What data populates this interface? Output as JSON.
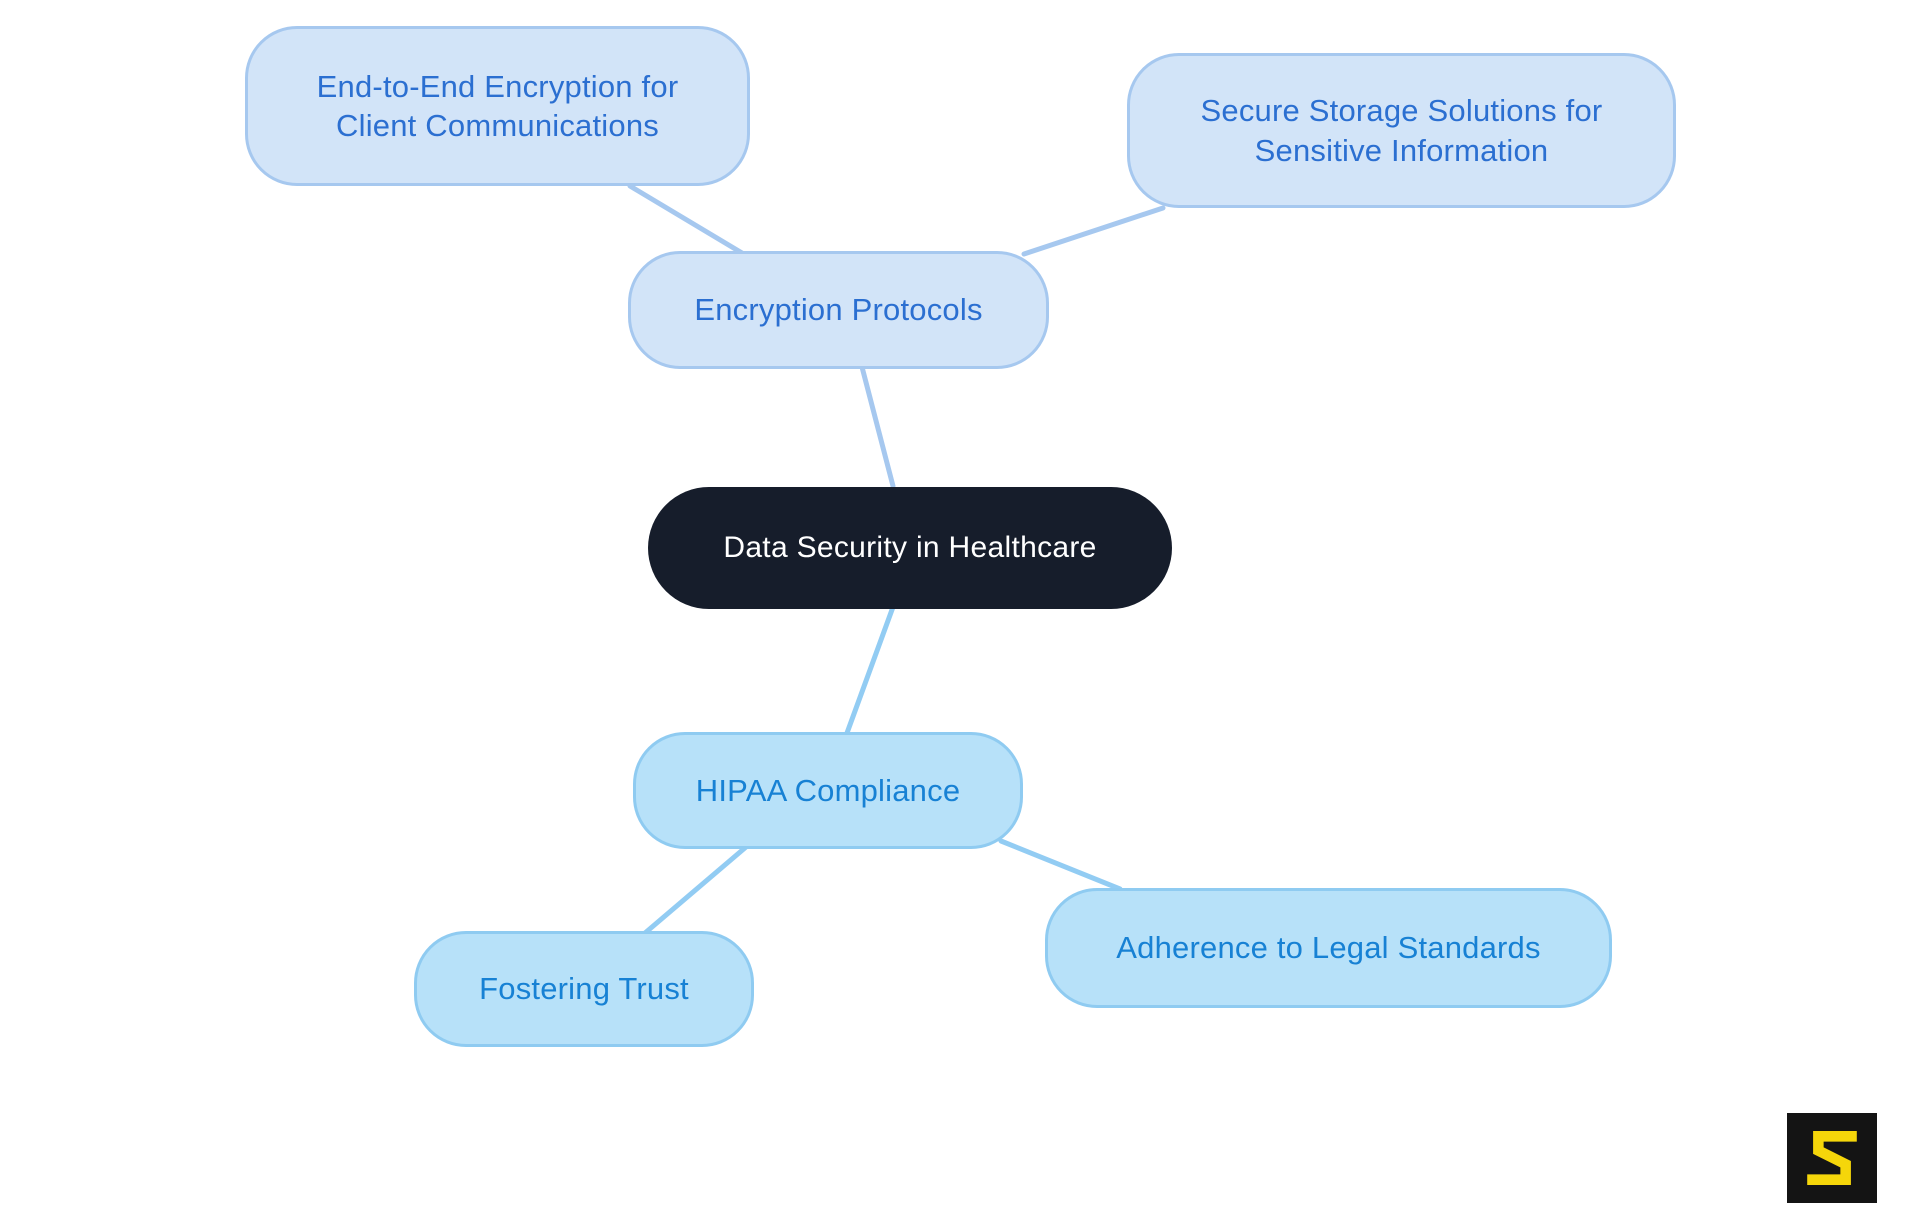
{
  "colors": {
    "background": "#ffffff",
    "central_fill": "#161d2b",
    "central_text": "#ffffff",
    "branch1_fill": "#d2e4f8",
    "branch1_border": "#a6c8ef",
    "branch1_text": "#2b6fd1",
    "branch1_edge": "#a6c8ef",
    "branch2_fill": "#b7e1f9",
    "branch2_border": "#8fcbf1",
    "branch2_text": "#1781d4",
    "branch2_edge": "#92ccf3",
    "logo_bg": "#141414",
    "logo_glyph": "#f5d60a"
  },
  "nodes": {
    "central": {
      "label": "Data Security in Healthcare"
    },
    "encryption": {
      "label": "Encryption Protocols"
    },
    "e2e": {
      "label": "End-to-End Encryption for Client Communications"
    },
    "storage": {
      "label": "Secure Storage Solutions for Sensitive Information"
    },
    "hipaa": {
      "label": "HIPAA Compliance"
    },
    "trust": {
      "label": "Fostering Trust"
    },
    "legal": {
      "label": "Adherence to Legal Standards"
    }
  },
  "edges": [
    {
      "from": "e2e",
      "to": "encryption"
    },
    {
      "from": "storage",
      "to": "encryption"
    },
    {
      "from": "encryption",
      "to": "central"
    },
    {
      "from": "central",
      "to": "hipaa"
    },
    {
      "from": "hipaa",
      "to": "trust"
    },
    {
      "from": "hipaa",
      "to": "legal"
    }
  ],
  "logo": {
    "glyph": "S"
  }
}
